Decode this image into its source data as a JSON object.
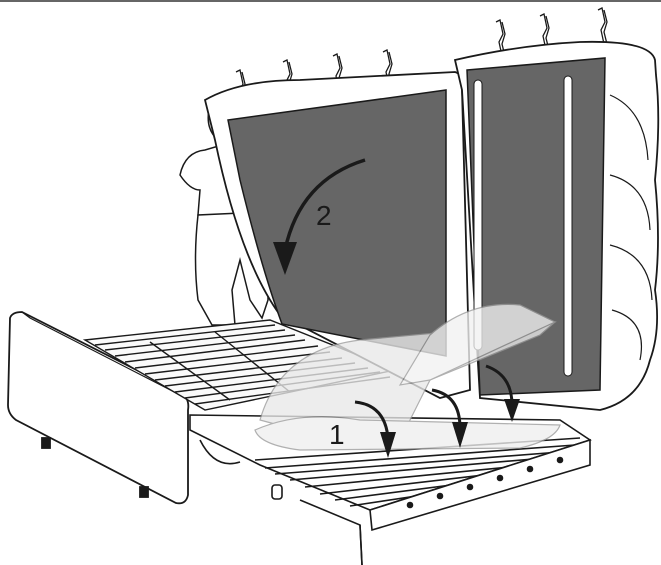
{
  "diagram": {
    "step_labels": [
      "1",
      "2"
    ],
    "colors": {
      "cushion_fill": "#666666",
      "outline": "#1a1a1a",
      "mattress_ghost": "#e9e9e9",
      "background": "#ffffff"
    },
    "icons": {
      "arrow_step_1": "curved-arrow-down",
      "arrow_step_2": "curved-arrow-down"
    }
  }
}
